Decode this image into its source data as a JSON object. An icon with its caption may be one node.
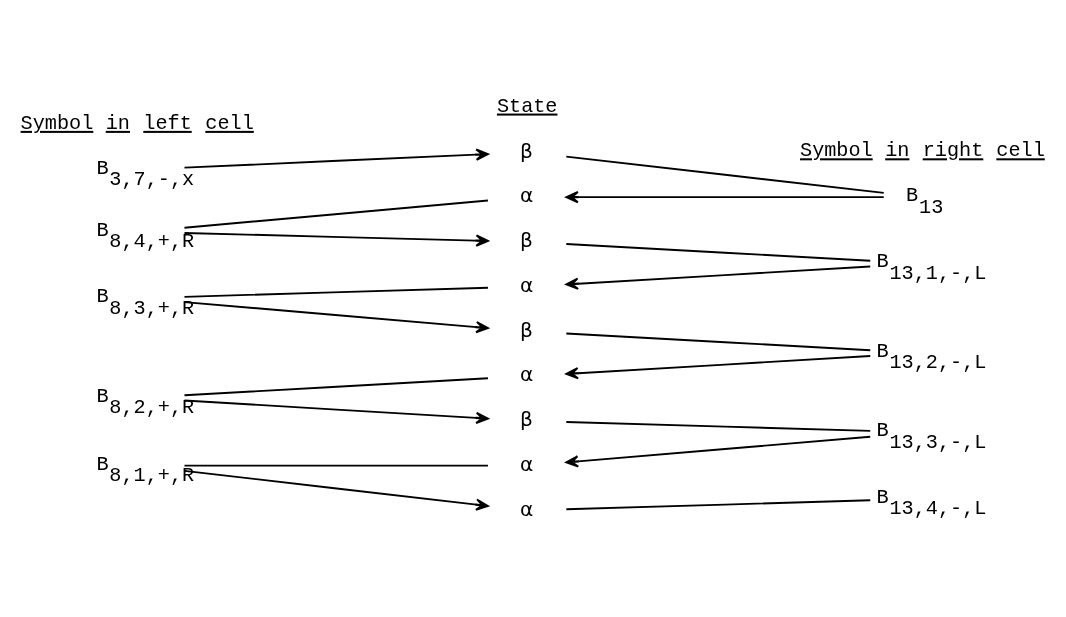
{
  "diagram": {
    "nodes": [
      {
        "text": [
          "B$_{3,7,-,x}$"
        ]
      },
      {
        "text": [
          "β"
        ]
      },
      {
        "text": [
          "B$_{13}$"
        ]
      },
      {
        "text": [
          "α"
        ]
      },
      {
        "text": [
          "B$_{8,4,+,R}$"
        ]
      },
      {
        "text": [
          "β"
        ]
      },
      {
        "text": [
          "B$_{13,1,-,L}$"
        ]
      },
      {
        "text": [
          "α"
        ]
      },
      {
        "text": [
          "B$_{8,3,+,R}$"
        ]
      },
      {
        "text": [
          "β"
        ]
      },
      {
        "text": [
          "B$_{13,2,-,L}$"
        ]
      },
      {
        "text": [
          "α"
        ]
      },
      {
        "text": [
          "B$_{8,2,+,R}$"
        ]
      },
      {
        "text": [
          "β"
        ]
      },
      {
        "text": [
          "B$_{13,3,-,L}$"
        ]
      },
      {
        "text": [
          "α"
        ]
      },
      {
        "text": [
          "B$_{8,1,+,R}$"
        ]
      },
      {
        "text": [
          "α"
        ]
      },
      {
        "text": [
          "B$_{13,4,-,L}$"
        ]
      }
    ],
    "edges": [
      {
        "from": 0,
        "to": 1,
        "arrow": "to"
      },
      {
        "from": 1,
        "to": 2,
        "arrow": "none"
      },
      {
        "from": 2,
        "to": 3,
        "arrow": "to"
      },
      {
        "from": 4,
        "to": 3,
        "arrow": "none"
      },
      {
        "from": 4,
        "to": 5,
        "arrow": "to"
      },
      {
        "from": 5,
        "to": 6,
        "arrow": "none"
      },
      {
        "from": 6,
        "to": 7,
        "arrow": "to"
      },
      {
        "from": 8,
        "to": 7,
        "arrow": "none"
      },
      {
        "from": 8,
        "to": 9,
        "arrow": "to"
      },
      {
        "from": 9,
        "to": 10,
        "arrow": "none"
      },
      {
        "from": 10,
        "to": 11,
        "arrow": "to"
      },
      {
        "from": 12,
        "to": 11,
        "arrow": "none"
      },
      {
        "from": 12,
        "to": 13,
        "arrow": "to"
      },
      {
        "from": 13,
        "to": 14,
        "arrow": "none"
      },
      {
        "from": 14,
        "to": 15,
        "arrow": "to"
      },
      {
        "from": 16,
        "to": 15,
        "arrow": "none"
      },
      {
        "from": 16,
        "to": 17,
        "arrow": "to"
      },
      {
        "from": 17,
        "to": 18,
        "arrow": "none"
      }
    ],
    "labels": [
      "Symbol in left cell",
      "State",
      "Symbol in right cell"
    ]
  }
}
